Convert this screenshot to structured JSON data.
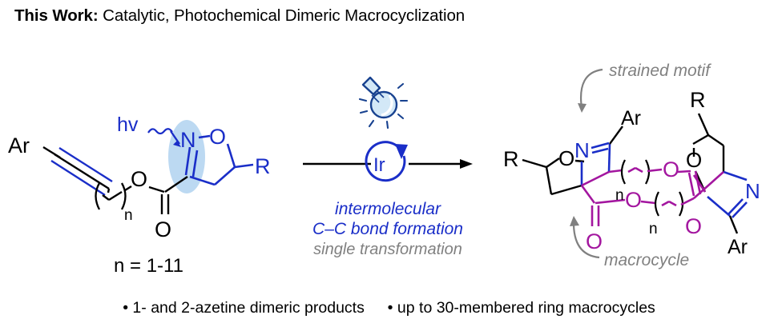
{
  "header": {
    "label_bold": "This Work:",
    "label_rest": " Catalytic, Photochemical Dimeric Macrocyclization"
  },
  "colors": {
    "blue": "#1a2ec8",
    "magenta": "#a3169f",
    "black": "#000000",
    "gray": "#808080",
    "highlight_blue": "#bcd9f2",
    "bulb_fill": "#d3e8f7",
    "bulb_stroke": "#17418f"
  },
  "reactant": {
    "aryl_label": "Ar",
    "linker_label": "n",
    "ester_oxygen": "O",
    "carbonyl_oxygen": "O",
    "ring_nitrogen": "N",
    "ring_oxygen": "O",
    "r_group": "R",
    "photon_label": "hv",
    "n_range": "n = 1-11"
  },
  "arrow": {
    "catalyst_label": "Ir",
    "bulb_icon": "lightbulb-icon",
    "condition_line1": "intermolecular",
    "condition_line2": "C–C bond formation",
    "condition_line3": "single transformation"
  },
  "product": {
    "left_r_group": "R",
    "left_ring_oxygen": "O",
    "left_nitrogen": "N",
    "left_aryl": "Ar",
    "left_linker_label": "n",
    "left_ester_oxygen": "O",
    "left_carbonyl_oxygen": "O",
    "right_r_group": "R",
    "right_ring_oxygen": "O",
    "right_nitrogen": "N",
    "right_aryl": "Ar",
    "right_linker_label": "n",
    "right_ester_oxygen": "O",
    "right_carbonyl_oxygen": "O",
    "annotation_top": "strained motif",
    "annotation_bottom": "macrocycle"
  },
  "footer": {
    "bullet1": "• 1- and 2-azetine dimeric products",
    "bullet2": "• up to 30-membered ring macrocycles"
  }
}
